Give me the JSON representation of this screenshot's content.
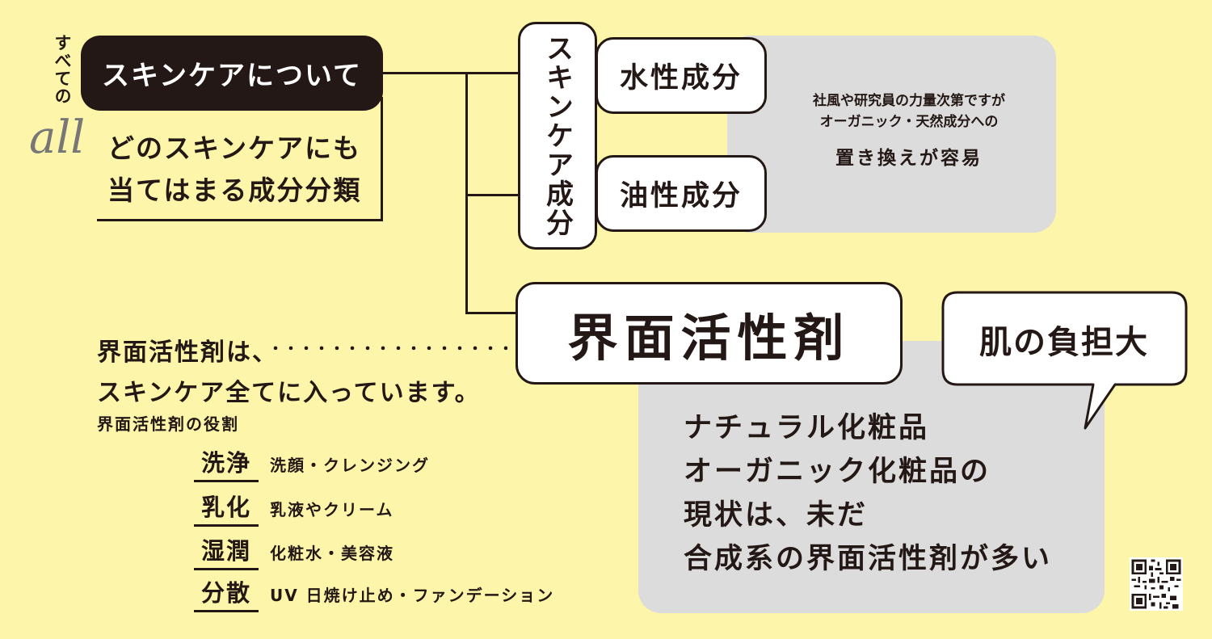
{
  "root": {
    "prefix": "すべての",
    "title": "スキンケアについて",
    "all_script": "all",
    "desc_line1": "どのスキンケアにも",
    "desc_line2": "当てはまる成分分類"
  },
  "skincare_ingredients": {
    "label": "スキンケア成分",
    "water": "水性成分",
    "oil": "油性成分",
    "note_line1": "社風や研究員の力量次第ですが",
    "note_line2": "オーガニック・天然成分への",
    "note_emphasis": "置き換えが容易"
  },
  "surfactant": {
    "label": "界面活性剤",
    "bubble": "肌の負担大",
    "note_lines": [
      "ナチュラル化粧品",
      "オーガニック化粧品の",
      "現状は、未だ",
      "合成系の界面活性剤が多い"
    ]
  },
  "left_panel": {
    "line1": "界面活性剤は、",
    "dots": "・・・・・・・・・・・・・・・・・・・",
    "line2": "スキンケア全てに入っています。",
    "roles_title": "界面活性剤の役割",
    "roles": [
      {
        "term": "洗浄",
        "desc": "洗顔・クレンジング"
      },
      {
        "term": "乳化",
        "desc": "乳液やクリーム"
      },
      {
        "term": "湿潤",
        "desc": "化粧水・美容液"
      },
      {
        "term": "分散",
        "desc": "UV 日焼け止め・ファンデーション"
      }
    ]
  },
  "icons": {
    "qr": "qr-code-icon"
  },
  "colors": {
    "background": "#fdf5a9",
    "ink": "#231815",
    "panel": "#dcdcdc"
  }
}
